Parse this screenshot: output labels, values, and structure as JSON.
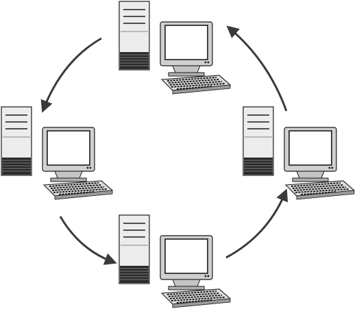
{
  "diagram": {
    "type": "ring-network",
    "direction": "clockwise",
    "node_count": 4,
    "colors": {
      "background": "#ffffff",
      "outline": "#1a1a1a",
      "tower_body": "#ececec",
      "tower_vent": "#2b2b2b",
      "monitor_body": "#d0d0d0",
      "screen": "#ffffff",
      "keyboard": "#dcdcdc",
      "arrow": "#3a3a3a"
    },
    "nodes": [
      {
        "id": "workstation-top",
        "icon": "desktop-computer-icon"
      },
      {
        "id": "workstation-right",
        "icon": "desktop-computer-icon"
      },
      {
        "id": "workstation-bottom",
        "icon": "desktop-computer-icon"
      },
      {
        "id": "workstation-left",
        "icon": "desktop-computer-icon"
      }
    ],
    "links": [
      {
        "from": "workstation-top",
        "to": "workstation-left",
        "icon": "curved-arrow-icon"
      },
      {
        "from": "workstation-left",
        "to": "workstation-bottom",
        "icon": "curved-arrow-icon"
      },
      {
        "from": "workstation-bottom",
        "to": "workstation-right",
        "icon": "curved-arrow-icon"
      },
      {
        "from": "workstation-right",
        "to": "workstation-top",
        "icon": "curved-arrow-icon"
      }
    ]
  }
}
